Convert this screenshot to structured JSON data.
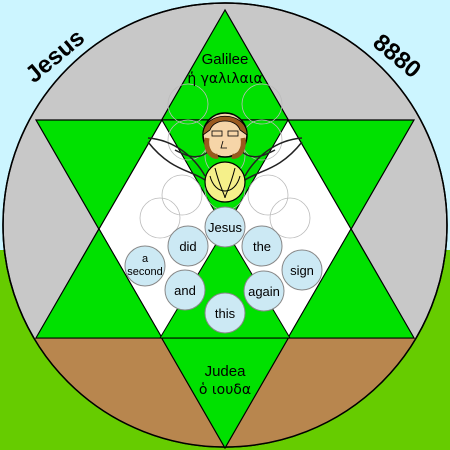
{
  "corner_labels": {
    "left": "Jesus",
    "right": "8880"
  },
  "top_triangle": {
    "english": "Galilee",
    "greek": "ἡ γαλιλαια"
  },
  "bottom_triangle": {
    "english": "Judea",
    "greek": "ὁ ιουδα"
  },
  "word_circles": [
    "Jesus",
    "did",
    "the",
    "a second",
    "sign",
    "and",
    "again",
    "this"
  ],
  "colors": {
    "sky": "#ccf5ff",
    "grass": "#66cc00",
    "earth": "#b8864e",
    "disc": "#c8c8c8",
    "triangle_green": "#00e100",
    "hexagon_white": "#ffffff",
    "bubble": "#cce9f4",
    "halo": "#f5f08a",
    "outline": "#000000"
  }
}
